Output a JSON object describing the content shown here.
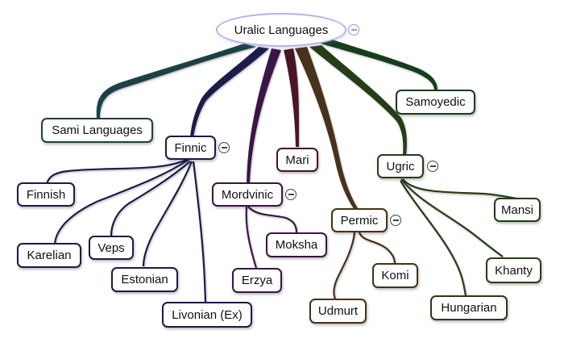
{
  "root": {
    "label": "Uralic Languages"
  },
  "branches": {
    "sami": {
      "label": "Sami Languages"
    },
    "finnic": {
      "label": "Finnic",
      "children": [
        "Finnish",
        "Karelian",
        "Veps",
        "Estonian",
        "Livonian (Ex)"
      ]
    },
    "mordvinic": {
      "label": "Mordvinic",
      "children": [
        "Moksha",
        "Erzya"
      ]
    },
    "mari": {
      "label": "Mari"
    },
    "permic": {
      "label": "Permic",
      "children": [
        "Komi",
        "Udmurt"
      ]
    },
    "ugric": {
      "label": "Ugric",
      "children": [
        "Mansi",
        "Khanty",
        "Hungarian"
      ]
    },
    "samoyedic": {
      "label": "Samoyedic"
    }
  },
  "colors": {
    "root_border": "#b4b4e8",
    "sami": "#1f3f44",
    "finnic": "#1e1a4a",
    "mordvinic": "#3a1645",
    "mari": "#4a1426",
    "permic": "#46311a",
    "ugric": "#263d18",
    "samoyedic": "#173e1e"
  }
}
